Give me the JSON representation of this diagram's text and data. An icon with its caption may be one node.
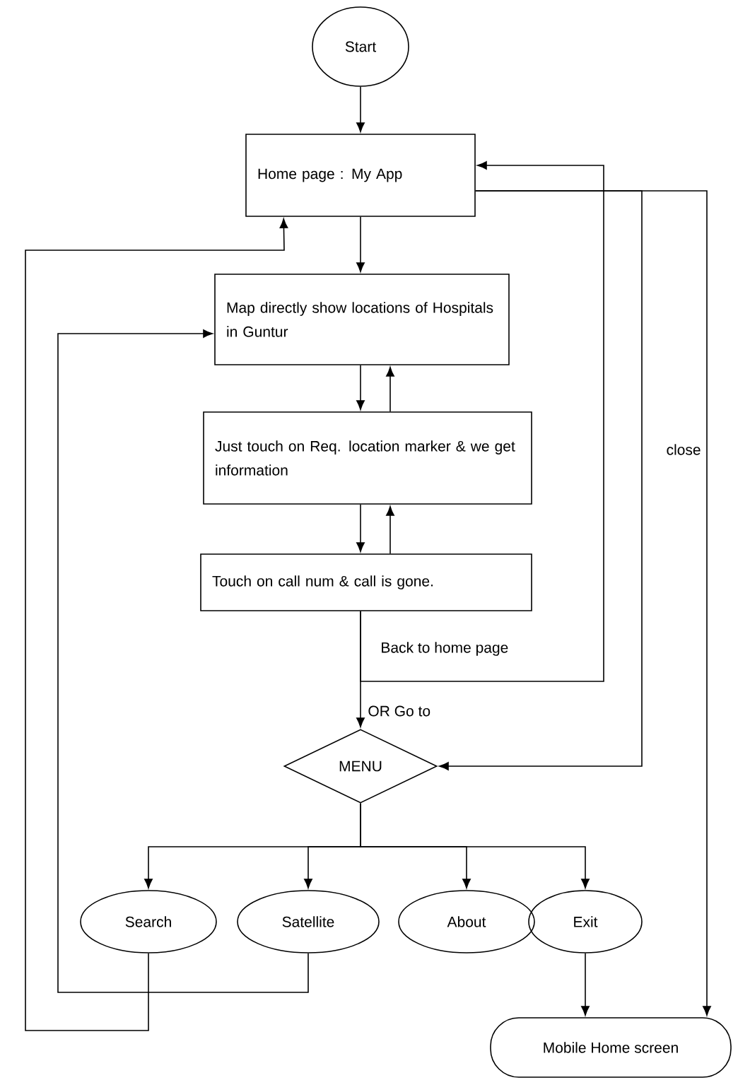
{
  "diagram": {
    "nodes": [
      {
        "text": [
          "Start"
        ]
      },
      {
        "text": [
          "Home page : My App"
        ]
      },
      {
        "text": [
          "Map directly show locations of Hospitals in Guntur"
        ]
      },
      {
        "text": [
          "Just touch on Req. location marker & we get information"
        ]
      },
      {
        "text": [
          "Touch on call num & call is gone."
        ]
      },
      {
        "text": [
          "MENU"
        ]
      },
      {
        "text": [
          "Search"
        ]
      },
      {
        "text": [
          "Satellite"
        ]
      },
      {
        "text": [
          "About"
        ]
      },
      {
        "text": [
          "Exit"
        ]
      },
      {
        "text": [
          "Mobile Home screen"
        ]
      }
    ],
    "edges": [
      {
        "from": 0,
        "to": 1,
        "arrow": "to"
      },
      {
        "from": 1,
        "to": 2,
        "arrow": "to"
      },
      {
        "from": 2,
        "to": 3,
        "arrow": "to"
      },
      {
        "from": 3,
        "to": 2,
        "arrow": "to"
      },
      {
        "from": 3,
        "to": 4,
        "arrow": "to"
      },
      {
        "from": 4,
        "to": 3,
        "arrow": "to"
      },
      {
        "from": 4,
        "to": 5,
        "arrow": "to",
        "label": "OR Go to"
      },
      {
        "from": 4,
        "to": 1,
        "arrow": "to",
        "label": "Back to home page"
      },
      {
        "from": 1,
        "to": 5,
        "arrow": "to"
      },
      {
        "from": 1,
        "to": 10,
        "arrow": "to",
        "label": "close"
      },
      {
        "from": 5,
        "to": 6,
        "arrow": "to"
      },
      {
        "from": 5,
        "to": 7,
        "arrow": "to"
      },
      {
        "from": 5,
        "to": 8,
        "arrow": "to"
      },
      {
        "from": 5,
        "to": 9,
        "arrow": "to"
      },
      {
        "from": 6,
        "to": 1,
        "arrow": "to"
      },
      {
        "from": 7,
        "to": 2,
        "arrow": "to"
      },
      {
        "from": 9,
        "to": 10,
        "arrow": "to"
      }
    ]
  }
}
